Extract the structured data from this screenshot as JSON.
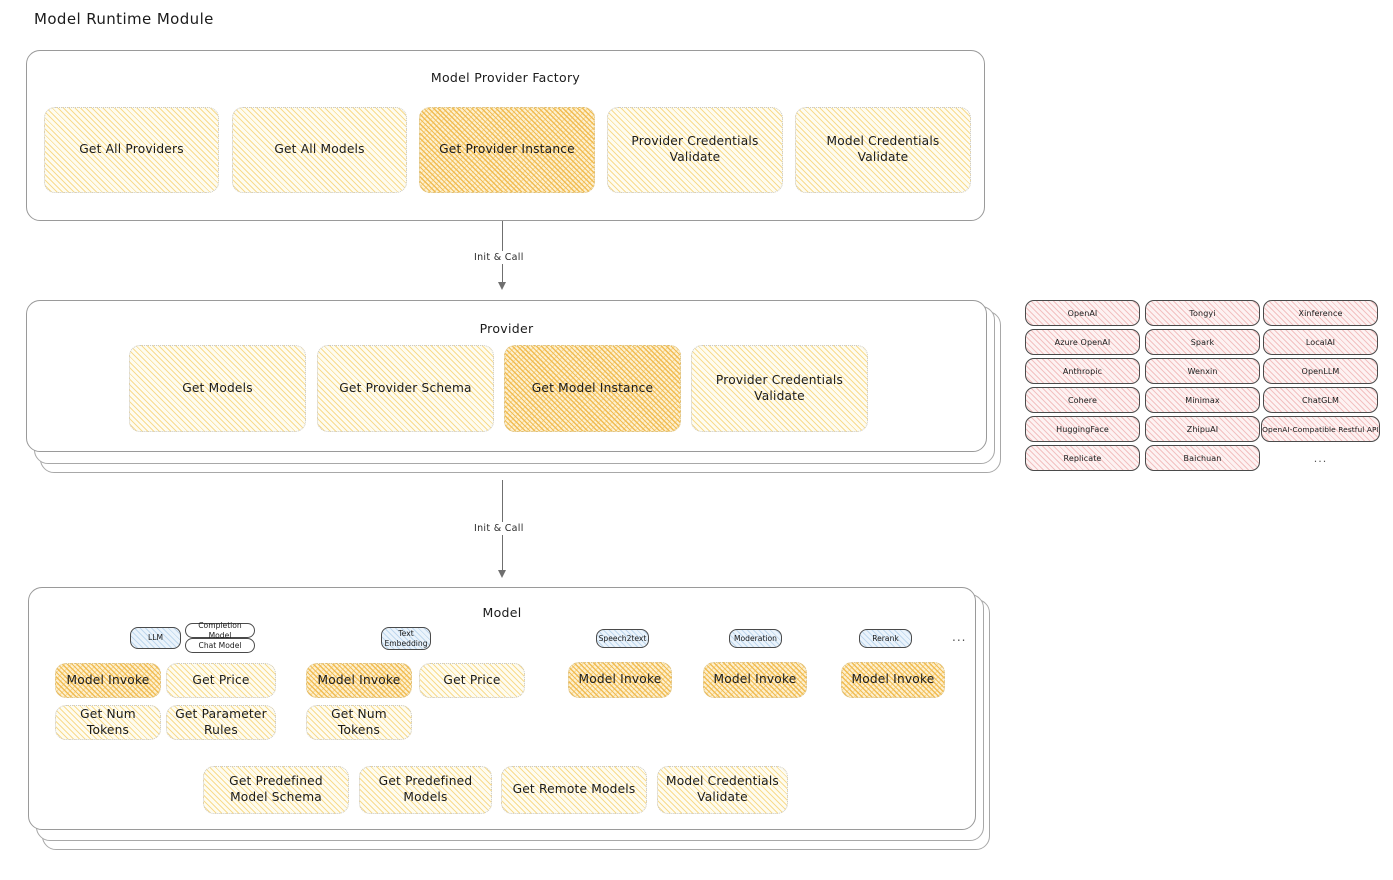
{
  "page": {
    "title": "Model Runtime Module"
  },
  "factory": {
    "title": "Model Provider Factory",
    "methods": [
      {
        "label": "Get All Providers",
        "highlight": false
      },
      {
        "label": "Get All Models",
        "highlight": false
      },
      {
        "label": "Get Provider Instance",
        "highlight": true
      },
      {
        "label": "Provider Credentials Validate",
        "highlight": false
      },
      {
        "label": "Model Credentials Validate",
        "highlight": false
      }
    ]
  },
  "arrows": [
    {
      "label": "Init & Call"
    },
    {
      "label": "Init & Call"
    }
  ],
  "provider": {
    "title": "Provider",
    "methods": [
      {
        "label": "Get Models",
        "highlight": false
      },
      {
        "label": "Get Provider Schema",
        "highlight": false
      },
      {
        "label": "Get Model Instance",
        "highlight": true
      },
      {
        "label": "Provider Credentials Validate",
        "highlight": false
      }
    ]
  },
  "provider_list": {
    "columns": [
      [
        "OpenAI",
        "Azure OpenAI",
        "Anthropic",
        "Cohere",
        "HuggingFace",
        "Replicate"
      ],
      [
        "Tongyi",
        "Spark",
        "Wenxin",
        "Minimax",
        "ZhipuAI",
        "Baichuan"
      ],
      [
        "Xinference",
        "LocalAI",
        "OpenLLM",
        "ChatGLM",
        "OpenAI-Compatible Restful API"
      ]
    ],
    "more": "..."
  },
  "model": {
    "title": "Model",
    "more": "...",
    "types": [
      {
        "name": "LLM",
        "subtypes": [
          "Completion Model",
          "Chat Model"
        ],
        "methods": [
          {
            "label": "Model Invoke",
            "highlight": true
          },
          {
            "label": "Get Price",
            "highlight": false
          },
          {
            "label": "Get Num Tokens",
            "highlight": false
          },
          {
            "label": "Get Parameter Rules",
            "highlight": false
          }
        ]
      },
      {
        "name": "Text Embedding",
        "subtypes": [],
        "methods": [
          {
            "label": "Model Invoke",
            "highlight": true
          },
          {
            "label": "Get Price",
            "highlight": false
          },
          {
            "label": "Get Num Tokens",
            "highlight": false
          }
        ]
      },
      {
        "name": "Speech2text",
        "subtypes": [],
        "methods": [
          {
            "label": "Model Invoke",
            "highlight": true
          }
        ]
      },
      {
        "name": "Moderation",
        "subtypes": [],
        "methods": [
          {
            "label": "Model Invoke",
            "highlight": true
          }
        ]
      },
      {
        "name": "Rerank",
        "subtypes": [],
        "methods": [
          {
            "label": "Model Invoke",
            "highlight": true
          }
        ]
      }
    ],
    "common_methods": [
      {
        "label": "Get Predefined Model Schema"
      },
      {
        "label": "Get Predefined Models"
      },
      {
        "label": "Get Remote Models"
      },
      {
        "label": "Model Credentials Validate"
      }
    ]
  },
  "colors": {
    "highlight_fill": "#f0ba4c",
    "box_fill": "#f7d57d",
    "provider_chip": "#eca0a0",
    "type_chip": "#96bee1",
    "panel_border": "#9a9a9a",
    "text": "#1b1b1b"
  }
}
